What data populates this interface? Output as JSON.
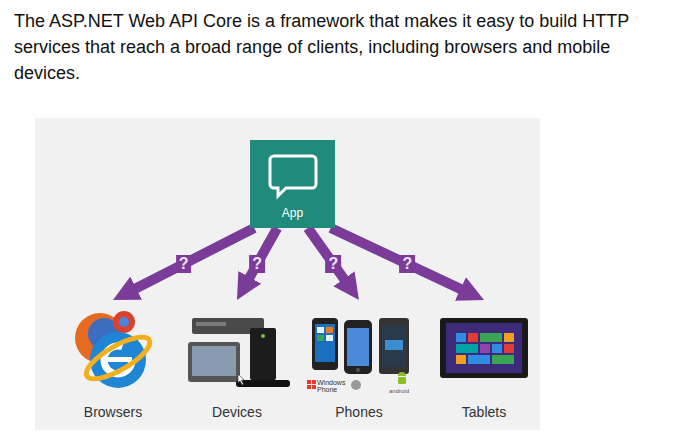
{
  "diagram": {
    "title": "The ASP.NET Web API Core is a framework that makes it easy to build HTTP services that reach a broad range of clients, including browsers and mobile devices.",
    "nodes": [
      {
        "text": [
          "App"
        ]
      },
      {
        "text": [
          "Browsers"
        ]
      },
      {
        "text": [
          "Devices"
        ]
      },
      {
        "text": [
          "Phones"
        ]
      },
      {
        "text": [
          "Tablets"
        ]
      }
    ],
    "edges": [
      {
        "from": 0,
        "to": 1,
        "label": "?",
        "arrow": "to"
      },
      {
        "from": 0,
        "to": 2,
        "label": "?",
        "arrow": "to"
      },
      {
        "from": 0,
        "to": 3,
        "label": "?",
        "arrow": "to"
      },
      {
        "from": 0,
        "to": 4,
        "label": "?",
        "arrow": "to"
      }
    ],
    "labels": [
      "Windows Phone",
      "android"
    ]
  }
}
